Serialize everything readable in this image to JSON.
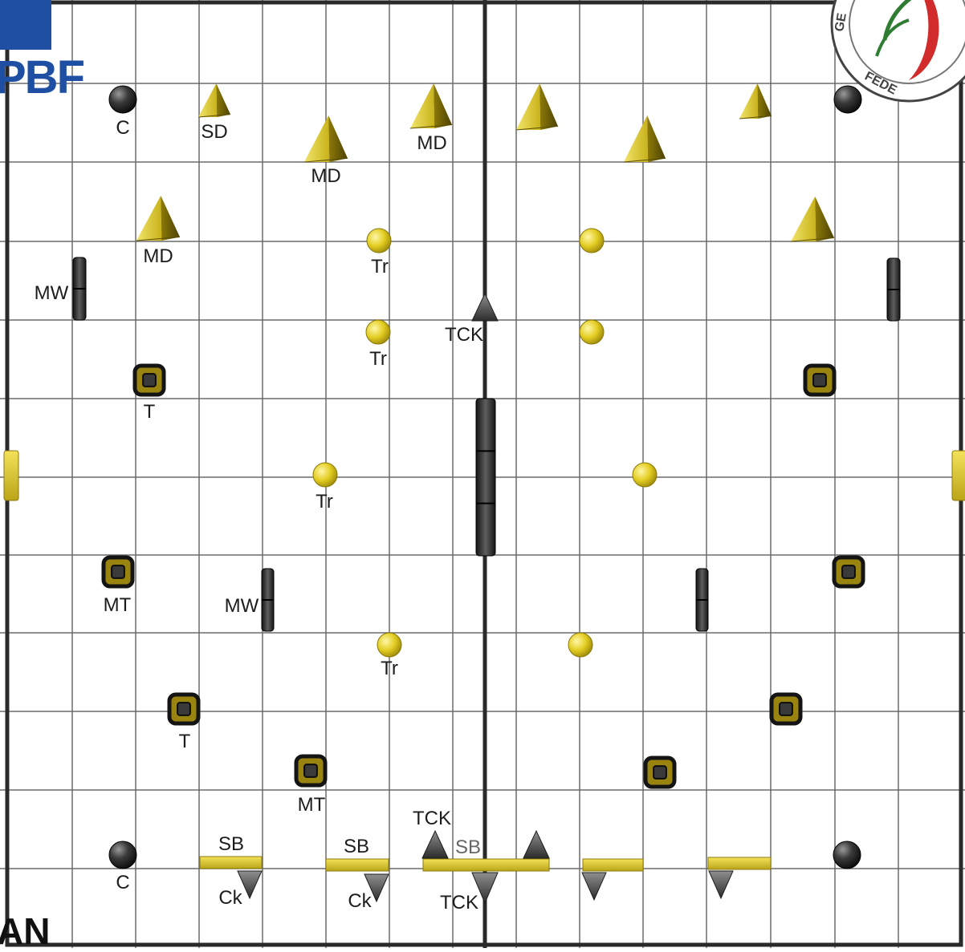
{
  "logos": {
    "left_text": "PBF",
    "right_text": "GE FEDE",
    "corner_text": "AN"
  },
  "colors": {
    "grid": "#6b6b6b",
    "border": "#2a2a2a",
    "gold": "#d6c21c",
    "gold_dark": "#6e5f06",
    "dark": "#2f2f2f",
    "black": "#0c0c0c"
  },
  "labels": {
    "c_top": "C",
    "sd": "SD",
    "md_1": "MD",
    "md_2": "MD",
    "md_3": "MD",
    "mw_left": "MW",
    "tr_1": "Tr",
    "tr_2": "Tr",
    "tck_top": "TCK",
    "t_1": "T",
    "tr_3": "Tr",
    "mt_1": "MT",
    "mw_mid": "MW",
    "tr_4": "Tr",
    "t_2": "T",
    "mt_2": "MT",
    "tck_bottom_1": "TCK",
    "sb_1": "SB",
    "sb_2": "SB",
    "sb_3": "SB",
    "c_bottom": "C",
    "ck_1": "Ck",
    "ck_2": "Ck",
    "tck_bottom_2": "TCK"
  },
  "icons": {
    "pyramid": "gold-pyramid-obstacle",
    "ball": "gold-ball-target",
    "cylinder": "black-cylinder-marker",
    "wall": "dark-wall-block",
    "tire": "square-tire-obstacle",
    "bar": "gold-bar-obstacle",
    "triangle_up": "grey-triangle-up",
    "triangle_down": "grey-triangle-down"
  }
}
